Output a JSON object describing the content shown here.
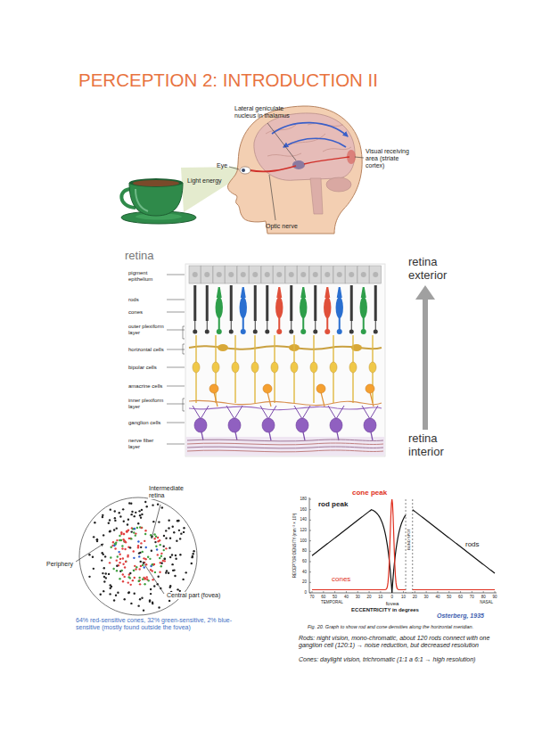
{
  "diagram": {
    "title": "PERCEPTION 2: INTRODUCTION II",
    "labels": [
      "Lateral geniculate nucleus in thalamus",
      "Visual receiving area (striate cortex)",
      "Eye",
      "Light energy",
      "Optic nerve",
      "retina",
      "pigment epithelium",
      "rods",
      "cones",
      "outer plexiform layer",
      "horizontal cells",
      "bipolar cells",
      "amacrine cells",
      "inner plexiform layer",
      "ganglion cells",
      "nerve fiber layer",
      "retina exterior",
      "retina interior",
      "Intermediate retina",
      "Periphery",
      "Central part (fovea)",
      "64% red-sensitive cones, 32% green-sensitive, 2% blue-sensitive (mostly found outside the fovea)",
      "rod peak",
      "cone peak",
      "rods",
      "cones",
      "RECEPTOR DENSITY (mm⁻² × 10³)",
      "0",
      "20",
      "40",
      "60",
      "80",
      "100",
      "120",
      "140",
      "160",
      "180",
      "70",
      "60",
      "50",
      "40",
      "30",
      "20",
      "10",
      "0",
      "10",
      "20",
      "30",
      "40",
      "50",
      "60",
      "70",
      "80",
      "90",
      "TEMPORAL",
      "NASAL",
      "fovea",
      "BLIND SPOT",
      "ECCENTRICITY in degrees",
      "Osterberg, 1935",
      "Fig. 20. Graph to show rod and cone densities along the horizontal meridian.",
      "Rods: night vision, mono-chromatic, about 120 rods connect with one ganglion cell (120:1) → noise reduction, but decreased resolution",
      "Cones: daylight vision, trichromatic (1:1 a 6:1 → high resolution)"
    ]
  }
}
